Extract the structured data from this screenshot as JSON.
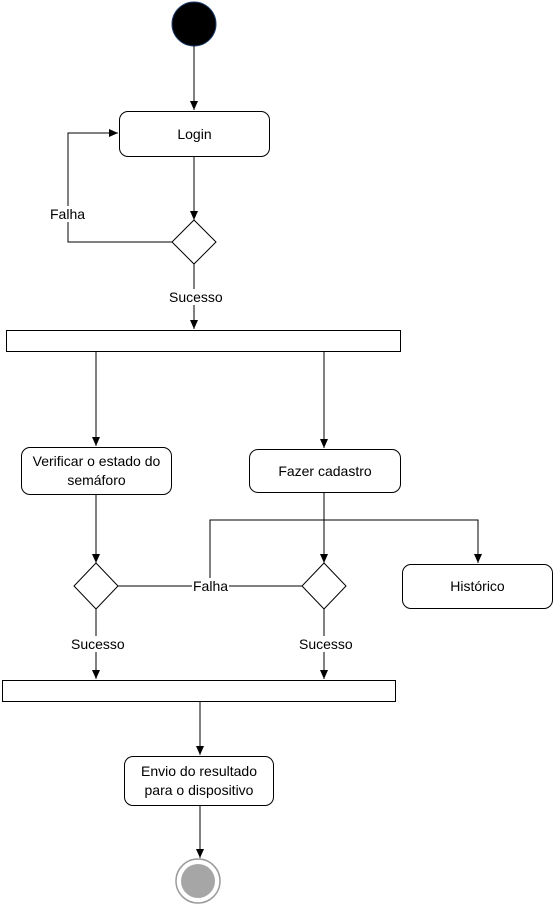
{
  "diagram": {
    "type": "uml-activity",
    "nodes": {
      "login": "Login",
      "verificar": "Verificar o estado do semáforo",
      "cadastro": "Fazer cadastro",
      "historico": "Histórico",
      "envio": "Envio do resultado para o dispositivo"
    },
    "labels": {
      "falha_login": "Falha",
      "sucesso_login": "Sucesso",
      "falha_branch": "Falha",
      "sucesso_left": "Sucesso",
      "sucesso_right": "Sucesso"
    }
  }
}
